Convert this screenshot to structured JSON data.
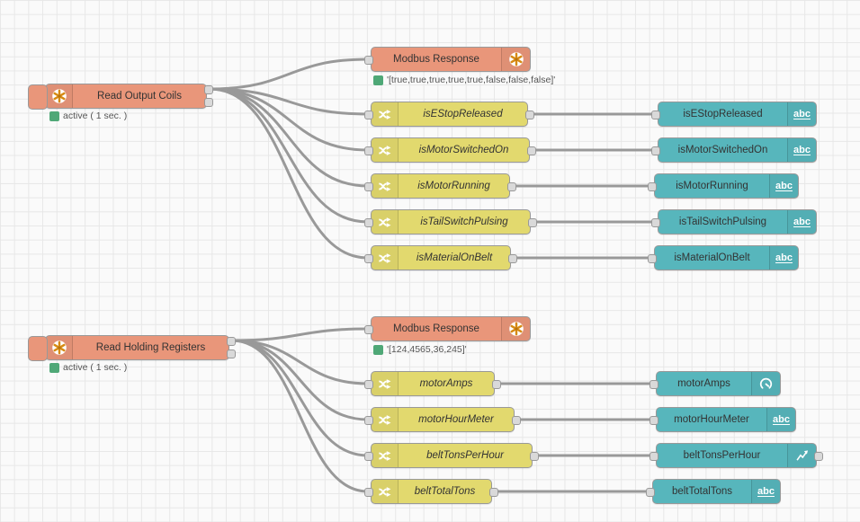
{
  "canvas": {
    "background": "#fafafa",
    "grid_line": "#e7e7e7"
  },
  "palette": {
    "modbus_node_color": "#E9967A",
    "switch_node_color": "#E2D96E",
    "dashboard_node_color": "#57B6BC",
    "wire_color": "#999999",
    "port_color": "#d9d9d9",
    "status_green": "#4FA877",
    "status_text_color": "#555555"
  },
  "icons": {
    "abc_label": "abc"
  },
  "nodes": {
    "read_output_coils": {
      "label": "Read Output Coils",
      "status": "active ( 1 sec. )"
    },
    "modbus_response_coils": {
      "label": "Modbus Response",
      "status": "'[true,true,true,true,true,false,false,false]'"
    },
    "coil_switches": [
      {
        "label": "isEStopReleased"
      },
      {
        "label": "isMotorSwitchedOn"
      },
      {
        "label": "isMotorRunning"
      },
      {
        "label": "isTailSwitchPulsing"
      },
      {
        "label": "isMaterialOnBelt"
      }
    ],
    "coil_displays": [
      {
        "label": "isEStopReleased",
        "icon": "abc-text-icon"
      },
      {
        "label": "isMotorSwitchedOn",
        "icon": "abc-text-icon"
      },
      {
        "label": "isMotorRunning",
        "icon": "abc-text-icon"
      },
      {
        "label": "isTailSwitchPulsing",
        "icon": "abc-text-icon"
      },
      {
        "label": "isMaterialOnBelt",
        "icon": "abc-text-icon"
      }
    ],
    "read_holding_registers": {
      "label": "Read Holding Registers",
      "status": "active ( 1 sec. )"
    },
    "modbus_response_registers": {
      "label": "Modbus Response",
      "status": "'[124,4565,36,245]'"
    },
    "register_switches": [
      {
        "label": "motorAmps"
      },
      {
        "label": "motorHourMeter"
      },
      {
        "label": "beltTonsPerHour"
      },
      {
        "label": "beltTotalTons"
      }
    ],
    "register_displays": [
      {
        "label": "motorAmps",
        "icon": "gauge-icon"
      },
      {
        "label": "motorHourMeter",
        "icon": "abc-text-icon"
      },
      {
        "label": "beltTonsPerHour",
        "icon": "chart-icon"
      },
      {
        "label": "beltTotalTons",
        "icon": "abc-text-icon"
      }
    ]
  }
}
